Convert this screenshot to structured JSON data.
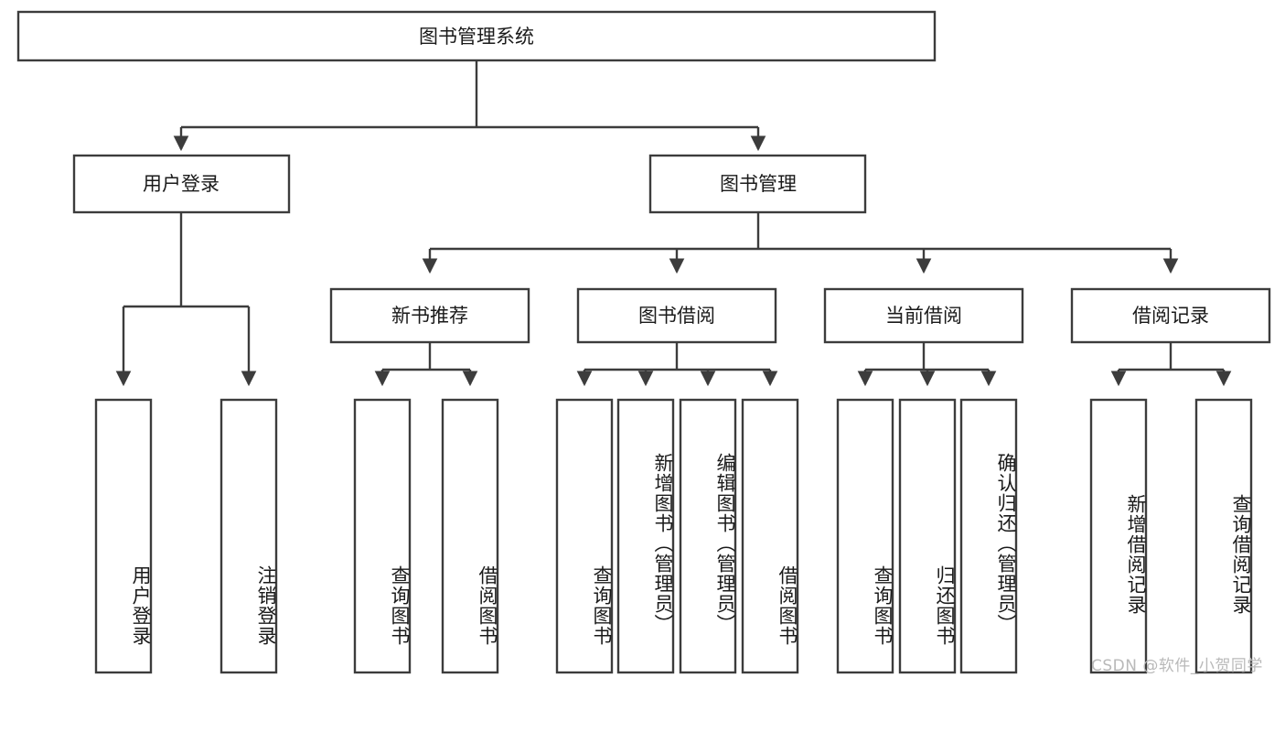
{
  "diagram": {
    "title": "图书管理系统",
    "type": "tree-hierarchy",
    "watermark": "CSDN @软件_小贺同学",
    "colors": {
      "stroke": "#3c3c3c",
      "fill": "#ffffff",
      "text": "#1a1a1a",
      "watermark": "#b9b9b9"
    },
    "root": {
      "label": "图书管理系统"
    },
    "level2": [
      {
        "label": "用户登录"
      },
      {
        "label": "图书管理"
      }
    ],
    "level3": [
      {
        "label": "新书推荐"
      },
      {
        "label": "图书借阅"
      },
      {
        "label": "当前借阅"
      },
      {
        "label": "借阅记录"
      }
    ],
    "leaves": {
      "user_login": [
        {
          "label": "用户登录"
        },
        {
          "label": "注销登录"
        }
      ],
      "new_book_recommend": [
        {
          "label": "查询图书"
        },
        {
          "label": "借阅图书"
        }
      ],
      "book_borrow": [
        {
          "label": "查询图书"
        },
        {
          "label": "新增图书（管理员）"
        },
        {
          "label": "编辑图书（管理员）"
        },
        {
          "label": "借阅图书"
        }
      ],
      "current_borrow": [
        {
          "label": "查询图书"
        },
        {
          "label": "归还图书"
        },
        {
          "label": "确认归还（管理员）"
        }
      ],
      "borrow_record": [
        {
          "label": "新增借阅记录"
        },
        {
          "label": "查询借阅记录"
        }
      ]
    }
  }
}
